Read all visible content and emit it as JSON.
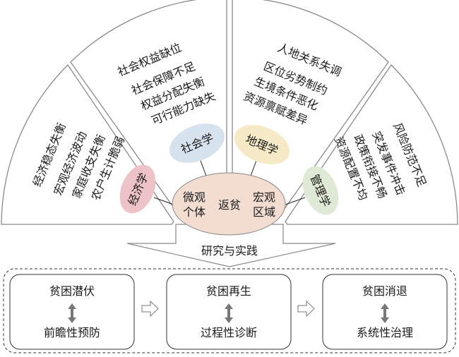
{
  "sectors": [
    {
      "heading": "经济稳态失衡",
      "items": [
        "宏观经济波动",
        "家庭收支失衡",
        "农户生计脆弱"
      ],
      "discipline": "经济学"
    },
    {
      "heading": "社会权益缺位",
      "items": [
        "社会保障不足",
        "权益分配失衡",
        "可行能力缺失"
      ],
      "discipline": "社会学"
    },
    {
      "heading": "人地关系失调",
      "items": [
        "区位劣势制约",
        "生境条件恶化",
        "资源禀赋差异"
      ],
      "discipline": "地理学"
    },
    {
      "heading": "风险防范不足",
      "items": [
        "突发事件冲击",
        "政策衔接不畅",
        "资源配置不均"
      ],
      "discipline": "管理学"
    }
  ],
  "center": {
    "left_line1": "微观",
    "left_line2": "个体",
    "middle": "返贫",
    "right_line1": "宏观",
    "right_line2": "区域"
  },
  "arrow_label": "研究与实践",
  "stages": [
    {
      "top": "贫困潜伏",
      "bottom": "前瞻性预防"
    },
    {
      "top": "贫困再生",
      "bottom": "过程性诊断"
    },
    {
      "top": "贫困消退",
      "bottom": "系统性治理"
    }
  ],
  "colors": {
    "economics": "#edc3c7",
    "sociology": "#d6e2ee",
    "geography": "#f6eac6",
    "management": "#dfe9d5",
    "center": "#f3ddd0"
  }
}
